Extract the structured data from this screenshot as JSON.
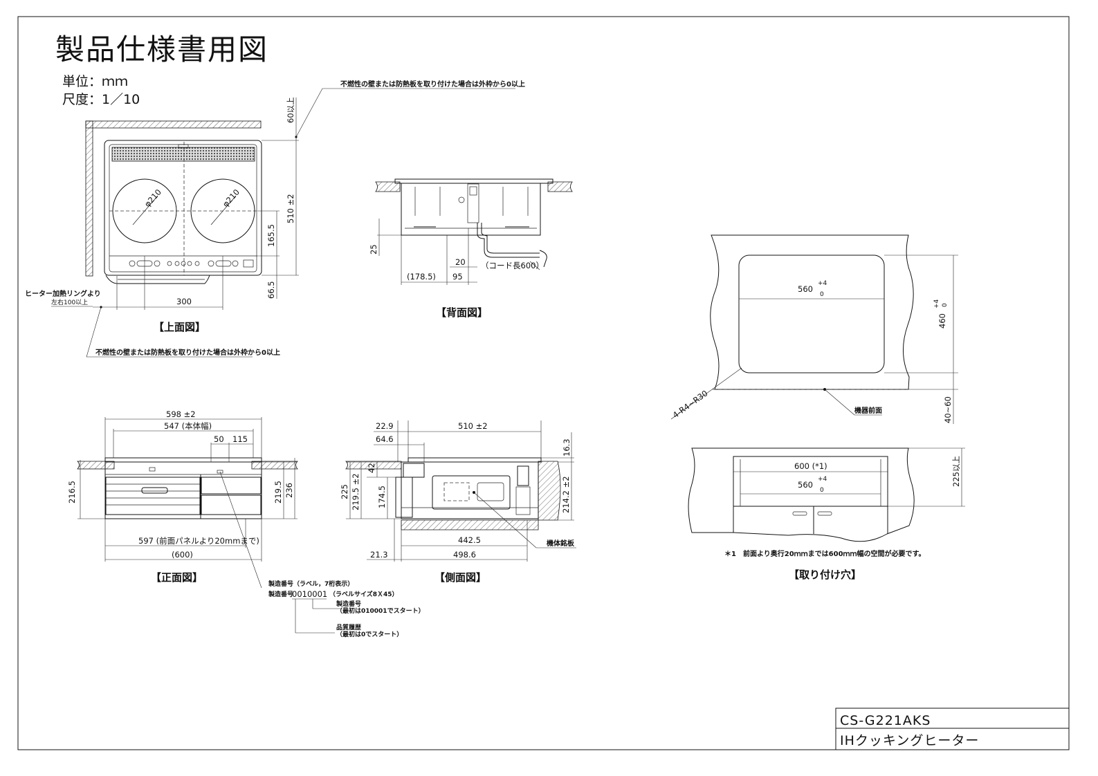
{
  "title": "製品仕様書用図",
  "unit_line": "単位：ｍｍ",
  "scale_line": "尺度：1／10",
  "notes": {
    "wall_note_top": "不燃性の壁または防熱板を取り付けた場合は外枠から0以上",
    "wall_note_bottom": "不燃性の壁または防熱板を取り付けた場合は外枠から0以上",
    "heater_ring_line1": "ヒーター加熱リングより",
    "heater_ring_line2": "左右100以上",
    "cord": "（コード長600）",
    "nameplate": "機体銘板",
    "device_front": "機器前面",
    "footnote": "＊1　前面より奥行20ｍｍまでは600ｍｍ幅の空間が必要です。",
    "serial_line1": "製造番号（ラベル，7桁表示）",
    "serial_prefix": "製造番号",
    "serial_number": "0010001",
    "serial_suffix": "（ラベルサイズ8Ｘ45）",
    "serial_line2a": "製造番号",
    "serial_line2b": "（最初は010001でスタート）",
    "serial_line3a": "品質履歴",
    "serial_line3b": "（最初は0でスタート）"
  },
  "views": {
    "top": "【上面図】",
    "back": "【背面図】",
    "front": "【正面図】",
    "side": "【側面図】",
    "cutout": "【取り付け穴】"
  },
  "dims": {
    "top": {
      "min_60": "60以上",
      "d_510": "510 ±2",
      "d_165_5": "165.5",
      "d_66_5": "66.5",
      "d_300": "300",
      "phi_left": "φ210",
      "phi_right": "φ210"
    },
    "back": {
      "d_25": "25",
      "d_20": "20",
      "d_178_5": "(178.5)",
      "d_95": "95"
    },
    "front": {
      "d_598": "598 ±2",
      "d_547": "547 (本体幅)",
      "d_50": "50",
      "d_115": "115",
      "d_216_5": "216.5",
      "d_219_5": "219.5",
      "d_236": "236",
      "d_597": "597 (前面パネルより20mmまで)",
      "d_600": "(600)"
    },
    "side": {
      "d_22_9": "22.9",
      "d_510": "510 ±2",
      "d_64_6": "64.6",
      "d_16_3": "16.3",
      "d_42": "42",
      "d_225": "225",
      "d_219_5": "219.5 ±2",
      "d_174_5": "174.5",
      "d_214_2": "214.2 ±2",
      "d_442_5": "442.5",
      "d_21_3": "21.3",
      "d_498_6": "498.6"
    },
    "cutout": {
      "d_560": "560",
      "tol_plus": "+4",
      "tol_zero": "0",
      "d_460": "460",
      "radius": "4-R4~R30",
      "d_40_60": "40~60",
      "d_600_1": "600 (*1)",
      "d_560_b": "560",
      "min_225": "225以上"
    }
  },
  "title_block": {
    "model": "CS-G221AKS",
    "name": "IHクッキングヒーター"
  }
}
